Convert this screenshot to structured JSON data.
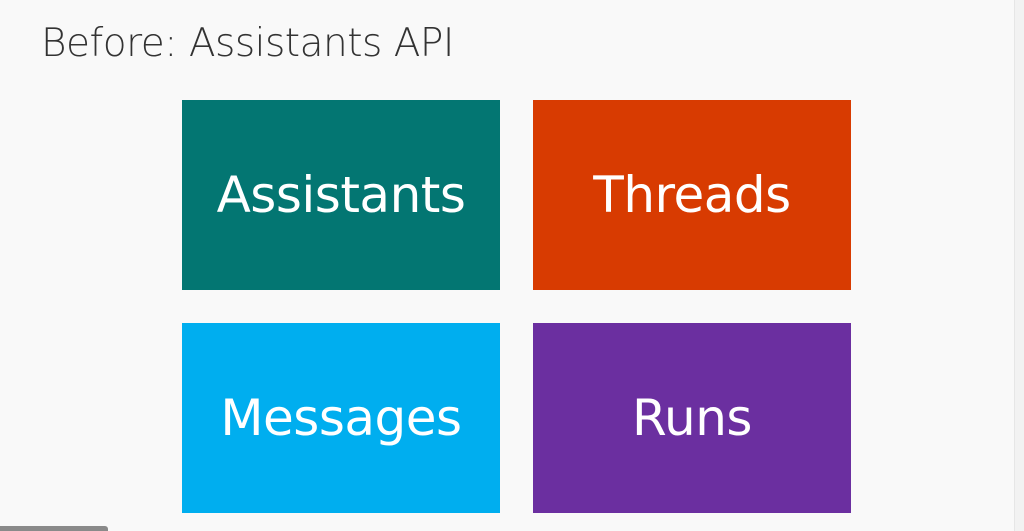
{
  "slide": {
    "title": "Before: Assistants API",
    "tiles": [
      {
        "label": "Assistants",
        "color": "#037672"
      },
      {
        "label": "Threads",
        "color": "#d83b01"
      },
      {
        "label": "Messages",
        "color": "#00aeef"
      },
      {
        "label": "Runs",
        "color": "#6b2fa0"
      }
    ]
  }
}
